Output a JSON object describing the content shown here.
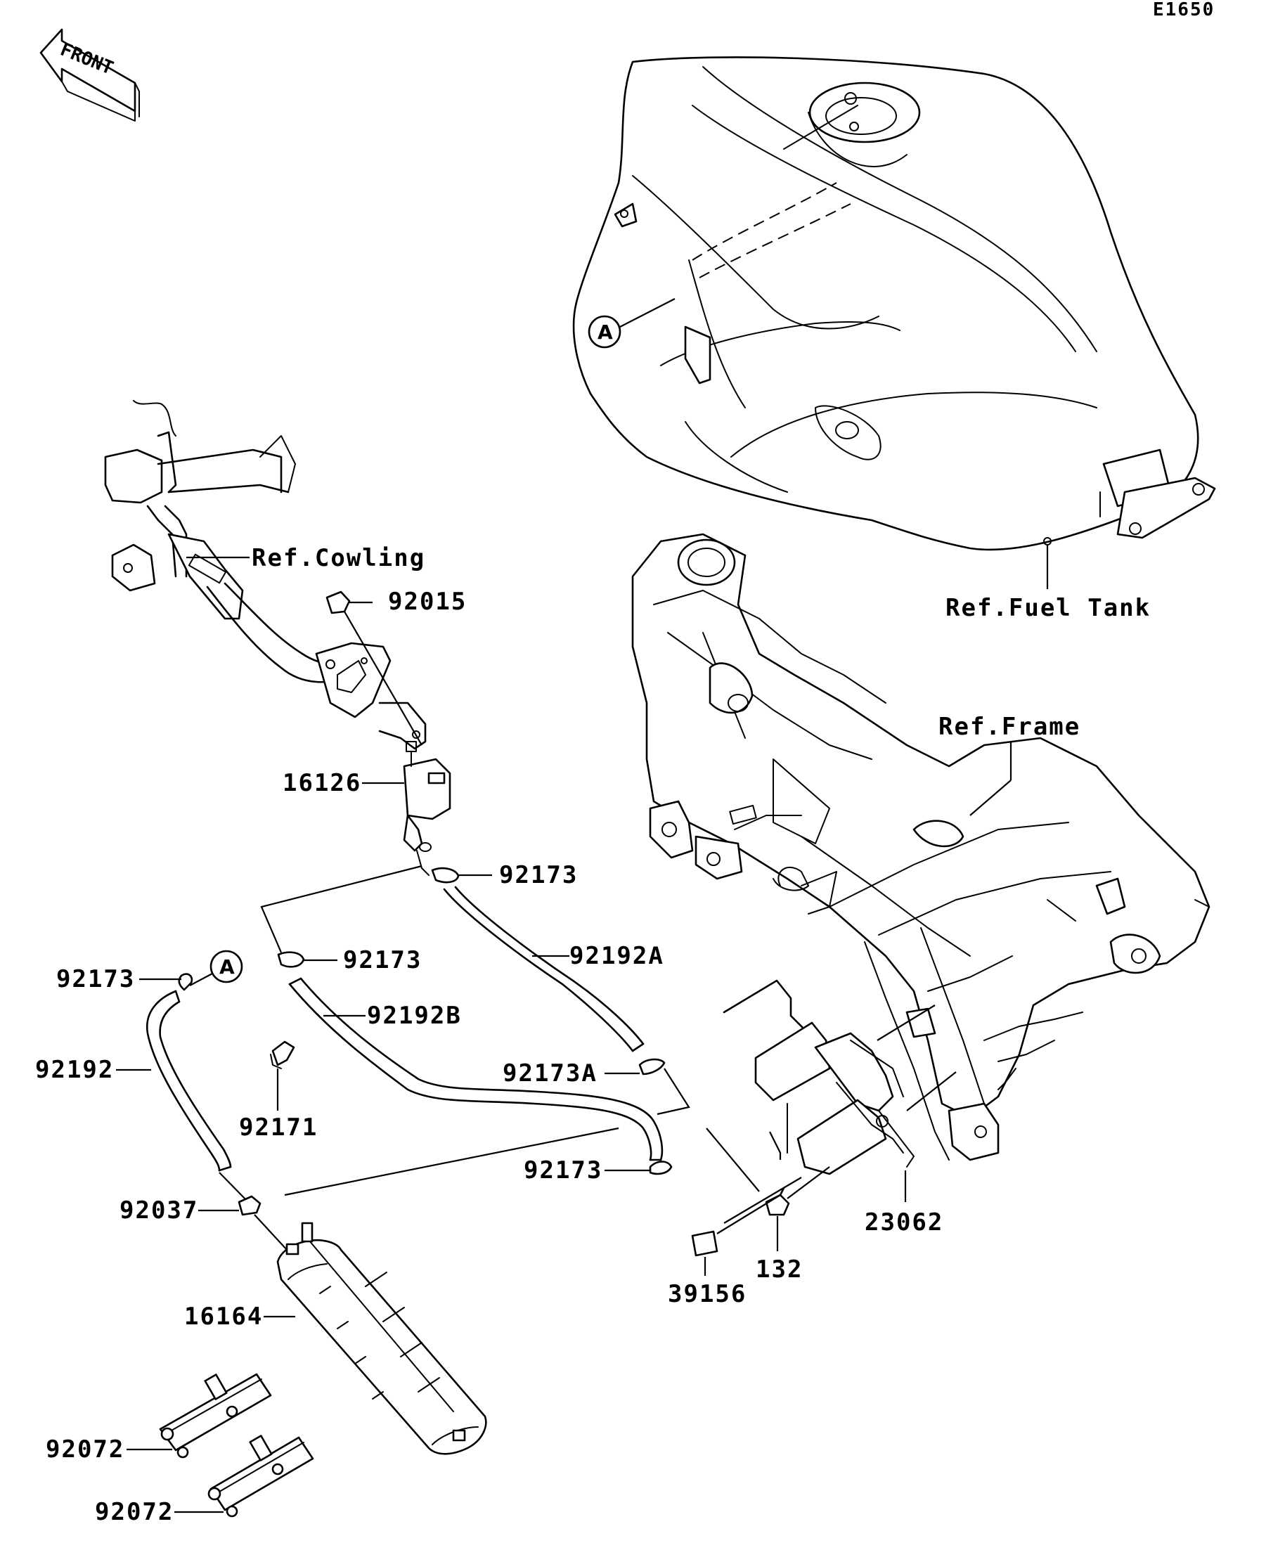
{
  "diagram_code": "E1650",
  "front_label": "FRONT",
  "ref_labels": {
    "cowling": "Ref.Cowling",
    "fuel_tank": "Ref.Fuel Tank",
    "frame": "Ref.Frame"
  },
  "connection_markers": {
    "tank": "A",
    "hose": "A"
  },
  "parts": {
    "p92015": "92015",
    "p16126": "16126",
    "p92173_top": "92173",
    "p92192A": "92192A",
    "p92173_mid": "92173",
    "p92192B": "92192B",
    "p92173_left": "92173",
    "p92192": "92192",
    "p92171": "92171",
    "p92173A": "92173A",
    "p92173_low": "92173",
    "p92037": "92037",
    "p16164": "16164",
    "p92072_a": "92072",
    "p92072_b": "92072",
    "p23062": "23062",
    "p132": "132",
    "p39156": "39156"
  }
}
